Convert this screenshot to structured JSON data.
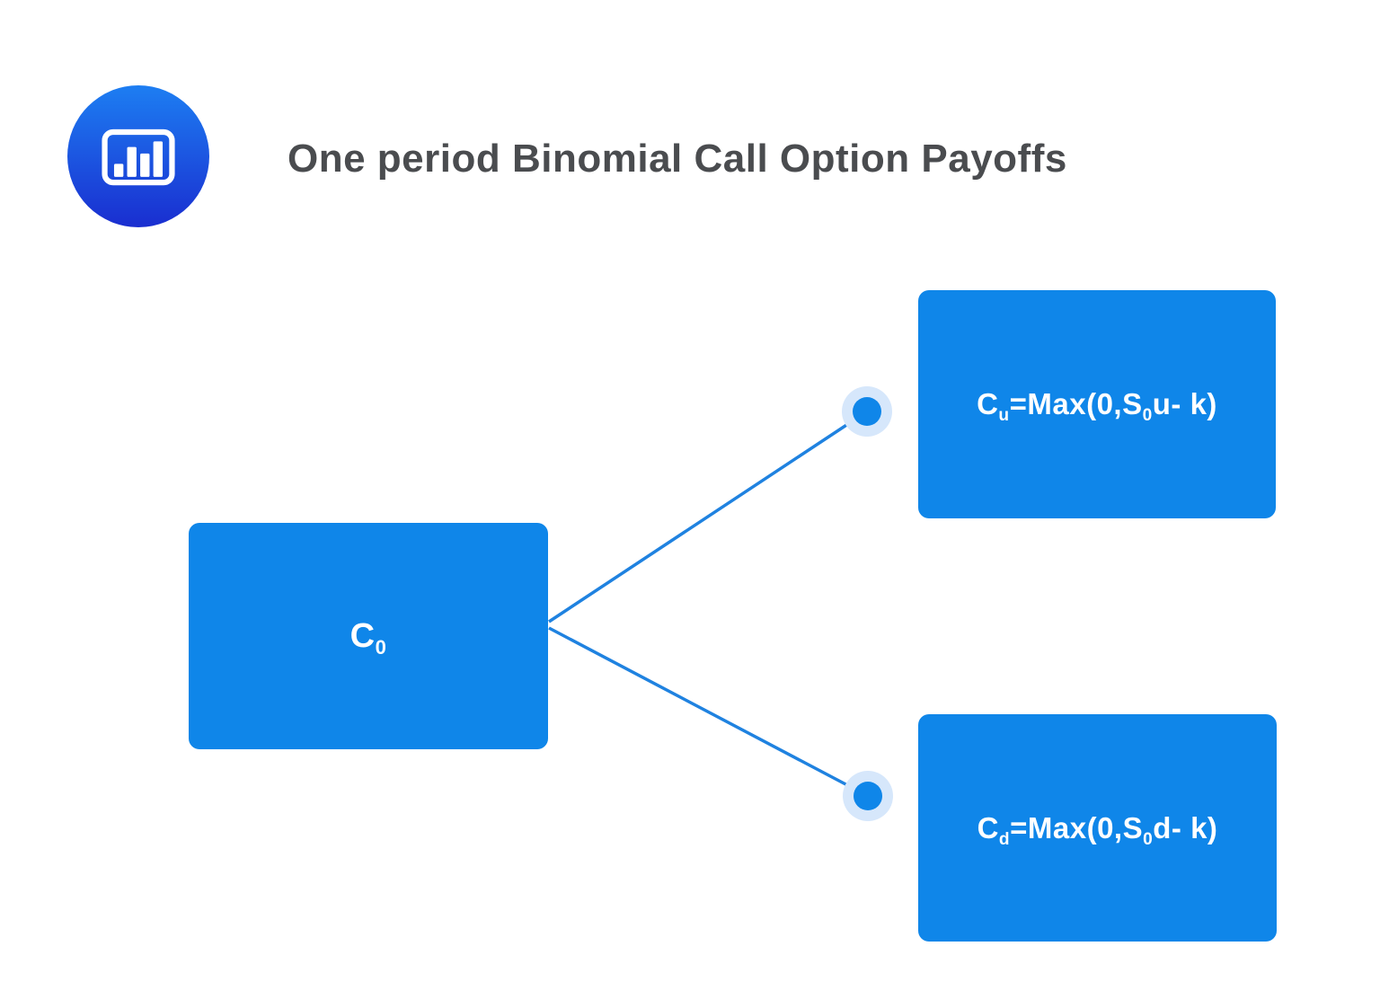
{
  "header": {
    "logo_icon": "bar-chart-icon",
    "title": "One period Binomial Call Option Payoffs"
  },
  "colors": {
    "node_blue": "#0f86e9",
    "connector_blue": "#1f82e0",
    "node_halo_blue": "#d6e7fb",
    "title_gray": "#4a4c4f",
    "logo_gradient_top": "#1d7ef2",
    "logo_gradient_bottom": "#1a2ed0",
    "text_white": "#ffffff"
  },
  "tree": {
    "root": {
      "label_base": "C",
      "label_sub": "0"
    },
    "branch_up": {
      "base": "C",
      "sub1": "u",
      "mid": "=Max(0,S",
      "sub2": "0",
      "tail": "u- k)"
    },
    "branch_down": {
      "base": "C",
      "sub1": "d",
      "mid": "=Max(0,S",
      "sub2": "0",
      "tail": "d- k)"
    }
  }
}
